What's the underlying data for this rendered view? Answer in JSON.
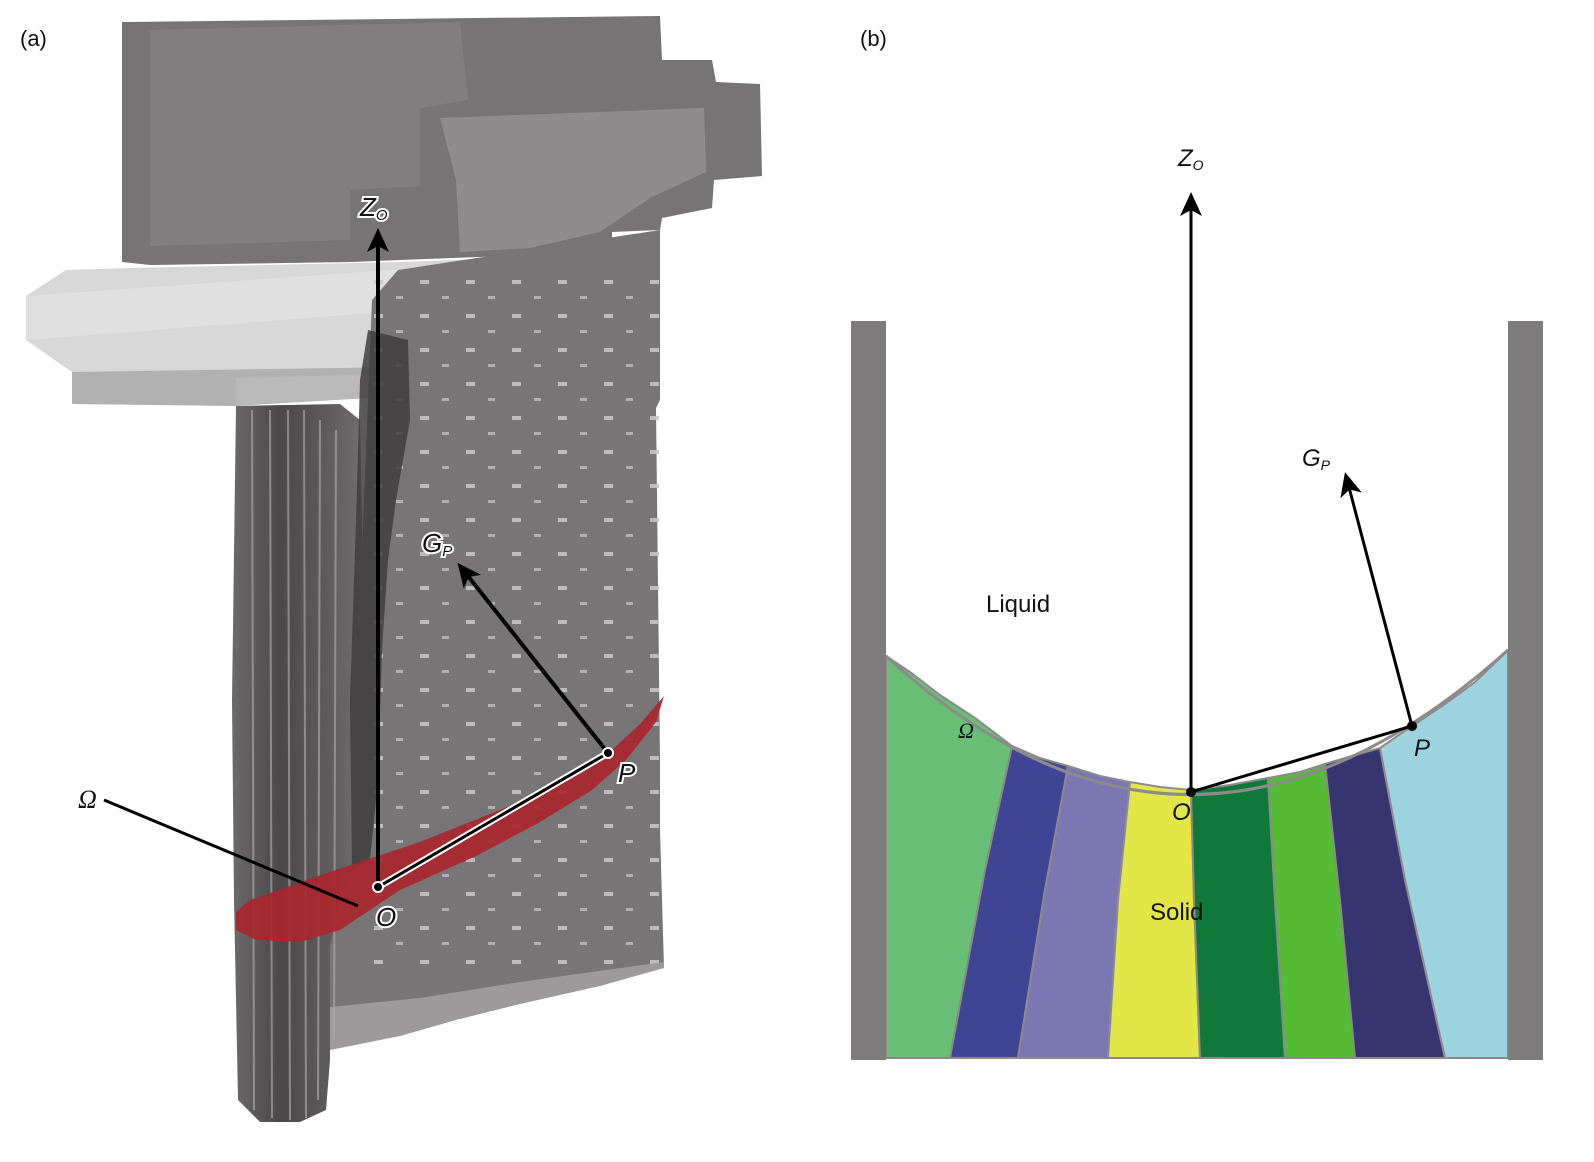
{
  "panels": {
    "a": {
      "tag": "(a)",
      "labels": {
        "zo_main": "Z",
        "zo_sub": "O",
        "gp_main": "G",
        "gp_sub": "P",
        "p": "P",
        "o": "O",
        "omega": "Ω"
      },
      "colors": {
        "casting": "#7a7778",
        "casting_dark": "#4c4a4b",
        "casting_light": "#b4b2b3",
        "flange": "#d2d2d2",
        "interface": "#a8262c"
      }
    },
    "b": {
      "tag": "(b)",
      "labels": {
        "zo_main": "Z",
        "zo_sub": "O",
        "gp_main": "G",
        "gp_sub": "P",
        "p": "P",
        "o": "O",
        "omega": "Ω",
        "liquid": "Liquid",
        "solid": "Solid"
      },
      "colors": {
        "mold_wall": "#7f7c7d",
        "grains": [
          "#6abf76",
          "#3f4595",
          "#7a77b3",
          "#e2e646",
          "#10793a",
          "#56bb34",
          "#363570",
          "#9cd3df"
        ]
      }
    }
  }
}
